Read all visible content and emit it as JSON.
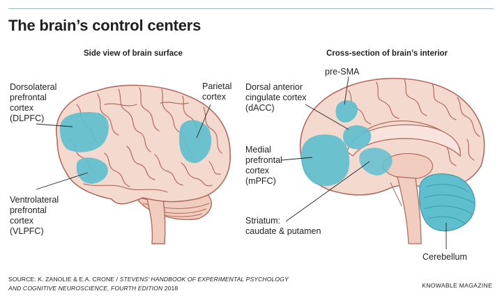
{
  "title": "The brain’s control centers",
  "left_panel": {
    "heading": "Side view of brain surface",
    "labels": {
      "dlpfc": "Dorsolateral\nprefrontal\ncortex\n(DLPFC)",
      "parietal": "Parietal\ncortex",
      "vlpfc": "Ventrolateral\nprefrontal\ncortex\n(VLPFC)"
    }
  },
  "right_panel": {
    "heading": "Cross-section of brain’s interior",
    "labels": {
      "presma": "pre-SMA",
      "dacc": "Dorsal anterior\ncingulate cortex\n(dACC)",
      "mpfc": "Medial\nprefrontal\ncortex\n(mPFC)",
      "striatum": "Striatum:\ncaudate & putamen",
      "cerebellum": "Cerebellum"
    }
  },
  "source": {
    "prefix": "SOURCE: K. ZANOLIE & E.A. CRONE / ",
    "italic_line1": "STEVENS’ HANDBOOK OF EXPERIMENTAL PSYCHOLOGY",
    "italic_line2": "AND COGNITIVE NEUROSCIENCE, FOURTH EDITION",
    "year": " 2018"
  },
  "brand": "KNOWABLE MAGAZINE",
  "colors": {
    "brain_fill": "#f4d9cf",
    "brain_outline": "#b06c5e",
    "region_fill": "#5fbfcf",
    "title_rule": "#9fb7b7"
  }
}
